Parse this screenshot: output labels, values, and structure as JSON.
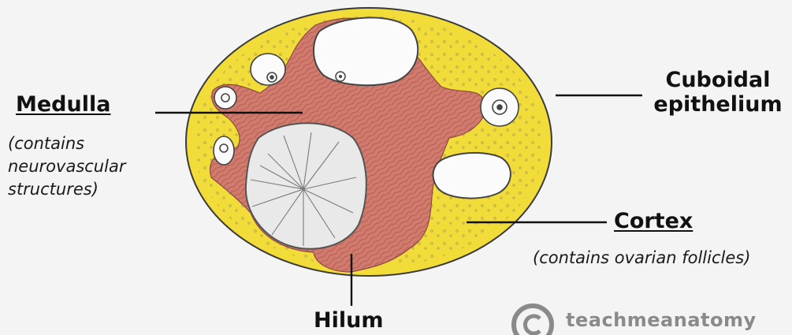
{
  "labels": {
    "medulla": {
      "title": "Medulla",
      "note_lines": [
        "(contains",
        "neurovascular",
        "structures)"
      ]
    },
    "cuboidal_epithelium": {
      "lines": [
        "Cuboidal",
        "epithelium"
      ]
    },
    "cortex": {
      "title": "Cortex",
      "note": "(contains ovarian follicles)"
    },
    "hilum": {
      "title": "Hilum"
    }
  },
  "watermark": {
    "text": "teachmeanatomy",
    "icon": "copyright-icon"
  },
  "colors": {
    "background": "#f4f4f4",
    "cortex_fill": "#f2dc3a",
    "medulla_fill": "#d17a6e",
    "outline": "#3a3a3a",
    "leader_line": "#111111",
    "watermark": "#8a8a8a"
  }
}
